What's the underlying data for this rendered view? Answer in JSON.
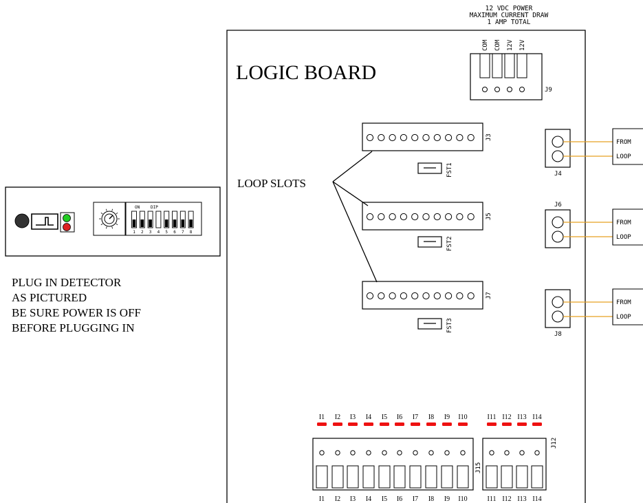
{
  "power_note": {
    "line1": "12 VDC POWER",
    "line2": "MAXIMUM CURRENT DRAW",
    "line3": "1 AMP TOTAL"
  },
  "board_title": "LOGIC BOARD",
  "j9": {
    "label": "J9",
    "pins": [
      "COM",
      "COM",
      "12V",
      "12V"
    ]
  },
  "loop_slots_label": "LOOP SLOTS",
  "loop_connectors": [
    {
      "label": "J3",
      "fuse": "FST1"
    },
    {
      "label": "J5",
      "fuse": "FST2"
    },
    {
      "label": "J7",
      "fuse": "FST3"
    }
  ],
  "loop_inputs": [
    {
      "label": "J4",
      "line1": "FROM",
      "line2": "LOOP"
    },
    {
      "label": "J6",
      "line1": "FROM",
      "line2": "LOOP"
    },
    {
      "label": "J8",
      "line1": "FROM",
      "line2": "LOOP"
    }
  ],
  "detector": {
    "dip_header_on": "ON",
    "dip_header_dip": "DIP",
    "dip_numbers": [
      "1",
      "2",
      "3",
      "4",
      "5",
      "6",
      "7",
      "8"
    ],
    "dip_states": [
      0,
      0,
      0,
      1,
      0,
      0,
      0,
      0
    ],
    "led_green": "#22cc22",
    "led_red": "#dd2222"
  },
  "instructions": {
    "line1": "PLUG IN DETECTOR",
    "line2": "AS PICTURED",
    "line3": "BE SURE POWER IS OFF",
    "line4": "BEFORE PLUGGING IN"
  },
  "io": {
    "j15_label": "J15",
    "j12_label": "J12",
    "inputs_left": [
      "I1",
      "I2",
      "I3",
      "I4",
      "I5",
      "I6",
      "I7",
      "I8",
      "I9",
      "I10"
    ],
    "inputs_right": [
      "I11",
      "I12",
      "I13",
      "I14"
    ],
    "indicator_color": "#ee1111"
  },
  "wire_color": "#e8a020"
}
